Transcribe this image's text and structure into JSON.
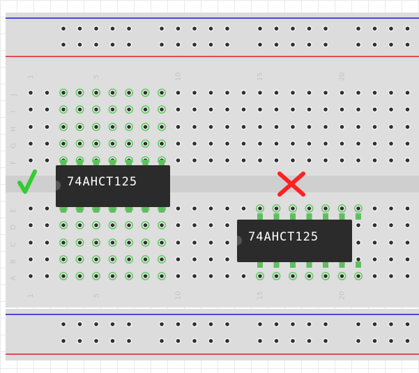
{
  "rail_colors": {
    "blue": "#1a1ad8",
    "red": "#e02020"
  },
  "row_labels_top": [
    "J",
    "I",
    "H",
    "G",
    "F"
  ],
  "row_labels_bottom": [
    "E",
    "D",
    "C",
    "B",
    "A"
  ],
  "column_numbers": [
    "1",
    "5",
    "10",
    "15",
    "20"
  ],
  "chips": [
    {
      "label": "74AHCT125",
      "status": "correct",
      "status_icon": "check-icon",
      "status_color": "#33cc33"
    },
    {
      "label": "74AHCT125",
      "status": "incorrect",
      "status_icon": "cross-icon",
      "status_color": "#ff2222"
    }
  ],
  "pin_highlight_color": "#5ec85e"
}
